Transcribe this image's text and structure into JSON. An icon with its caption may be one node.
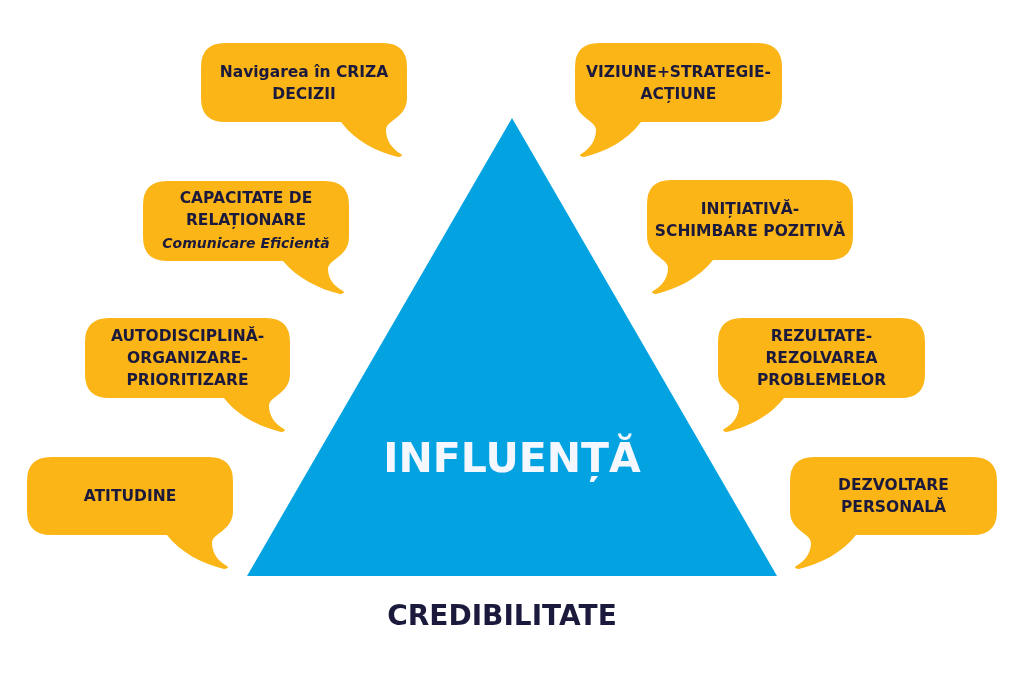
{
  "diagram": {
    "nodes": [
      {
        "text": [
          "Navigarea în CRIZA DECIZII"
        ]
      },
      {
        "text": [
          "VIZIUNE+STRATEGIE-ACȚIUNE"
        ]
      },
      {
        "text": [
          "CAPACITATE DE RELAȚIONARE",
          "Comunicare Eficientă"
        ]
      },
      {
        "text": [
          "INIȚIATIVĂ-SCHIMBARE POZITIVĂ"
        ]
      },
      {
        "text": [
          "AUTODISCIPLINĂ-ORGANIZARE-PRIORITIZARE"
        ]
      },
      {
        "text": [
          "REZULTATE-REZOLVAREA PROBLEMELOR"
        ]
      },
      {
        "text": [
          "ATITUDINE"
        ]
      },
      {
        "text": [
          "DEZVOLTARE PERSONALĂ"
        ]
      },
      {
        "text": [
          "INFLUENȚĂ"
        ],
        "beside": [
          "CREDIBILITATE"
        ]
      }
    ]
  }
}
